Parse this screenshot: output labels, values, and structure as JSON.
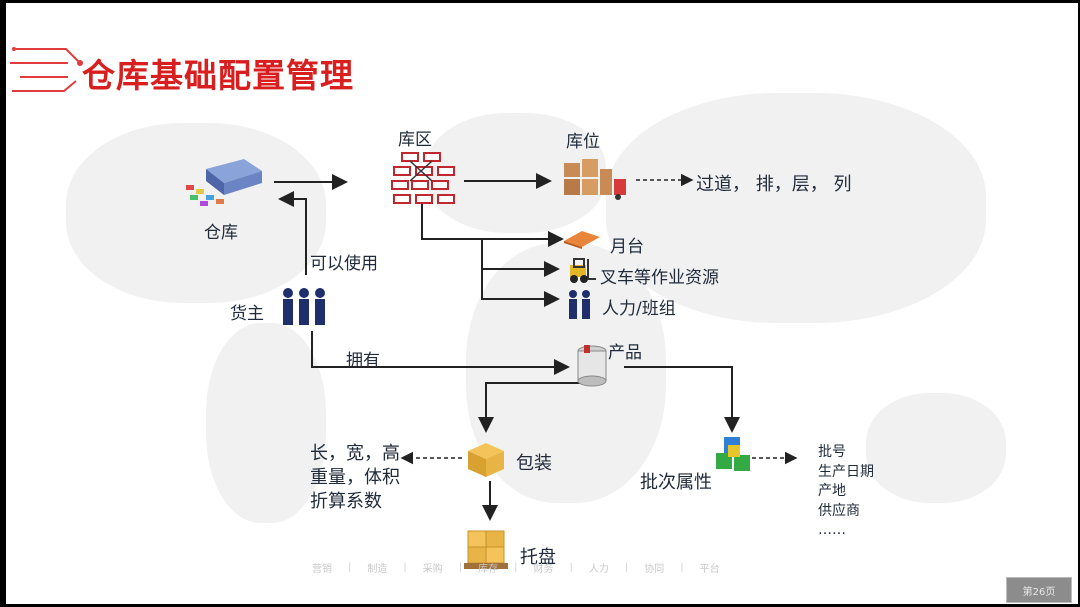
{
  "title": "仓库基础配置管理",
  "nodes": {
    "warehouse": "仓库",
    "zone": "库区",
    "location": "库位",
    "location_detail": "过道， 排，层， 列",
    "dock": "月台",
    "forklift": "叉车等作业资源",
    "labor": "人力/班组",
    "owner": "货主",
    "can_use": "可以使用",
    "own": "拥有",
    "product": "产品",
    "packaging": "包装",
    "pallet": "托盘",
    "batch_attr": "批次属性"
  },
  "package_attrs": [
    "长，宽，高",
    "重量，体积",
    "折算系数"
  ],
  "batch_list": [
    "批号",
    "生产日期",
    "产地",
    "供应商",
    "……"
  ],
  "footer_nav": [
    "营销",
    "制造",
    "采购",
    "库存",
    "财务",
    "人力",
    "协同",
    "平台"
  ],
  "page_label": "第26页",
  "colors": {
    "title": "#d81e1e",
    "accent_line": "#e23b3b"
  }
}
